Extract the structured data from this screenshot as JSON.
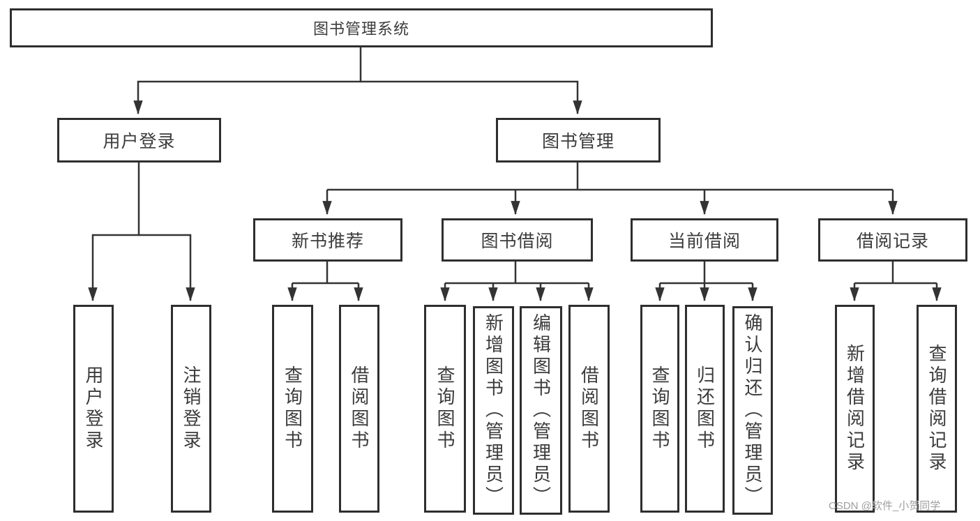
{
  "diagram": {
    "root": {
      "label": "图书管理系统"
    },
    "level2": [
      {
        "id": "user-login",
        "label": "用户登录",
        "parent": "图书管理系统"
      },
      {
        "id": "book-management",
        "label": "图书管理",
        "parent": "图书管理系统"
      }
    ],
    "level3": [
      {
        "id": "new-book-recommend",
        "label": "新书推荐",
        "parent": "图书管理"
      },
      {
        "id": "book-borrow",
        "label": "图书借阅",
        "parent": "图书管理"
      },
      {
        "id": "current-borrow",
        "label": "当前借阅",
        "parent": "图书管理"
      },
      {
        "id": "borrow-records",
        "label": "借阅记录",
        "parent": "图书管理"
      }
    ],
    "leaves": [
      {
        "id": "leaf-user-login",
        "label": "用户登录",
        "parent": "用户登录"
      },
      {
        "id": "leaf-logout",
        "label": "注销登录",
        "parent": "用户登录"
      },
      {
        "id": "leaf-nb-query-books",
        "label": "查询图书",
        "parent": "新书推荐"
      },
      {
        "id": "leaf-nb-borrow-books",
        "label": "借阅图书",
        "parent": "新书推荐"
      },
      {
        "id": "leaf-bb-query-books",
        "label": "查询图书",
        "parent": "图书借阅"
      },
      {
        "id": "leaf-bb-add-books",
        "label": "新增图书（管理员）",
        "parent": "图书借阅"
      },
      {
        "id": "leaf-bb-edit-books",
        "label": "编辑图书（管理员）",
        "parent": "图书借阅"
      },
      {
        "id": "leaf-bb-borrow-books",
        "label": "借阅图书",
        "parent": "图书借阅"
      },
      {
        "id": "leaf-cb-query-books",
        "label": "查询图书",
        "parent": "当前借阅"
      },
      {
        "id": "leaf-cb-return-books",
        "label": "归还图书",
        "parent": "当前借阅"
      },
      {
        "id": "leaf-cb-confirm-return",
        "label": "确认归还（管理员）",
        "parent": "当前借阅"
      },
      {
        "id": "leaf-br-add-record",
        "label": "新增借阅记录",
        "parent": "借阅记录"
      },
      {
        "id": "leaf-br-query-record",
        "label": "查询借阅记录",
        "parent": "借阅记录"
      }
    ]
  },
  "watermark": {
    "text": "CSDN @软件_小贺同学"
  },
  "colors": {
    "line": "#333333",
    "box_border": "#2e2e2e",
    "text": "#3b3b3b",
    "watermark": "#9e9e9e",
    "background": "#ffffff"
  }
}
